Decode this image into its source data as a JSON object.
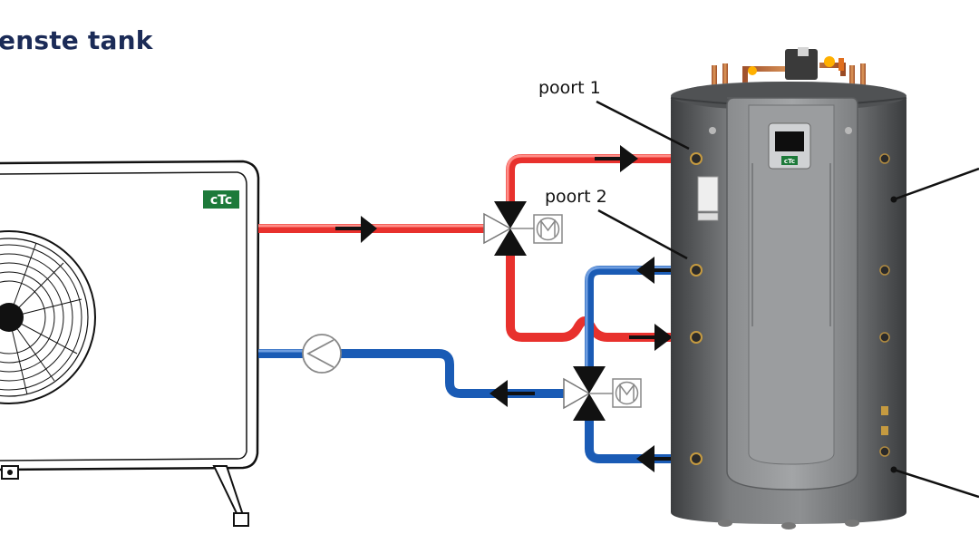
{
  "header": {
    "title": "enste tank"
  },
  "labels": {
    "port1": "poort 1",
    "port2": "poort 2"
  },
  "brand": {
    "logo_text": "cTc"
  },
  "colors": {
    "supply_pipe": "#e8312d",
    "return_pipe": "#1a5bb5",
    "tank_body": "#5c5e60",
    "title": "#1b2b57",
    "logo_green": "#1d7a3a"
  },
  "icons": [
    "flow-arrow-icon",
    "three-way-valve-icon",
    "valve-motor-icon",
    "circulation-pump-icon",
    "fan-icon"
  ]
}
